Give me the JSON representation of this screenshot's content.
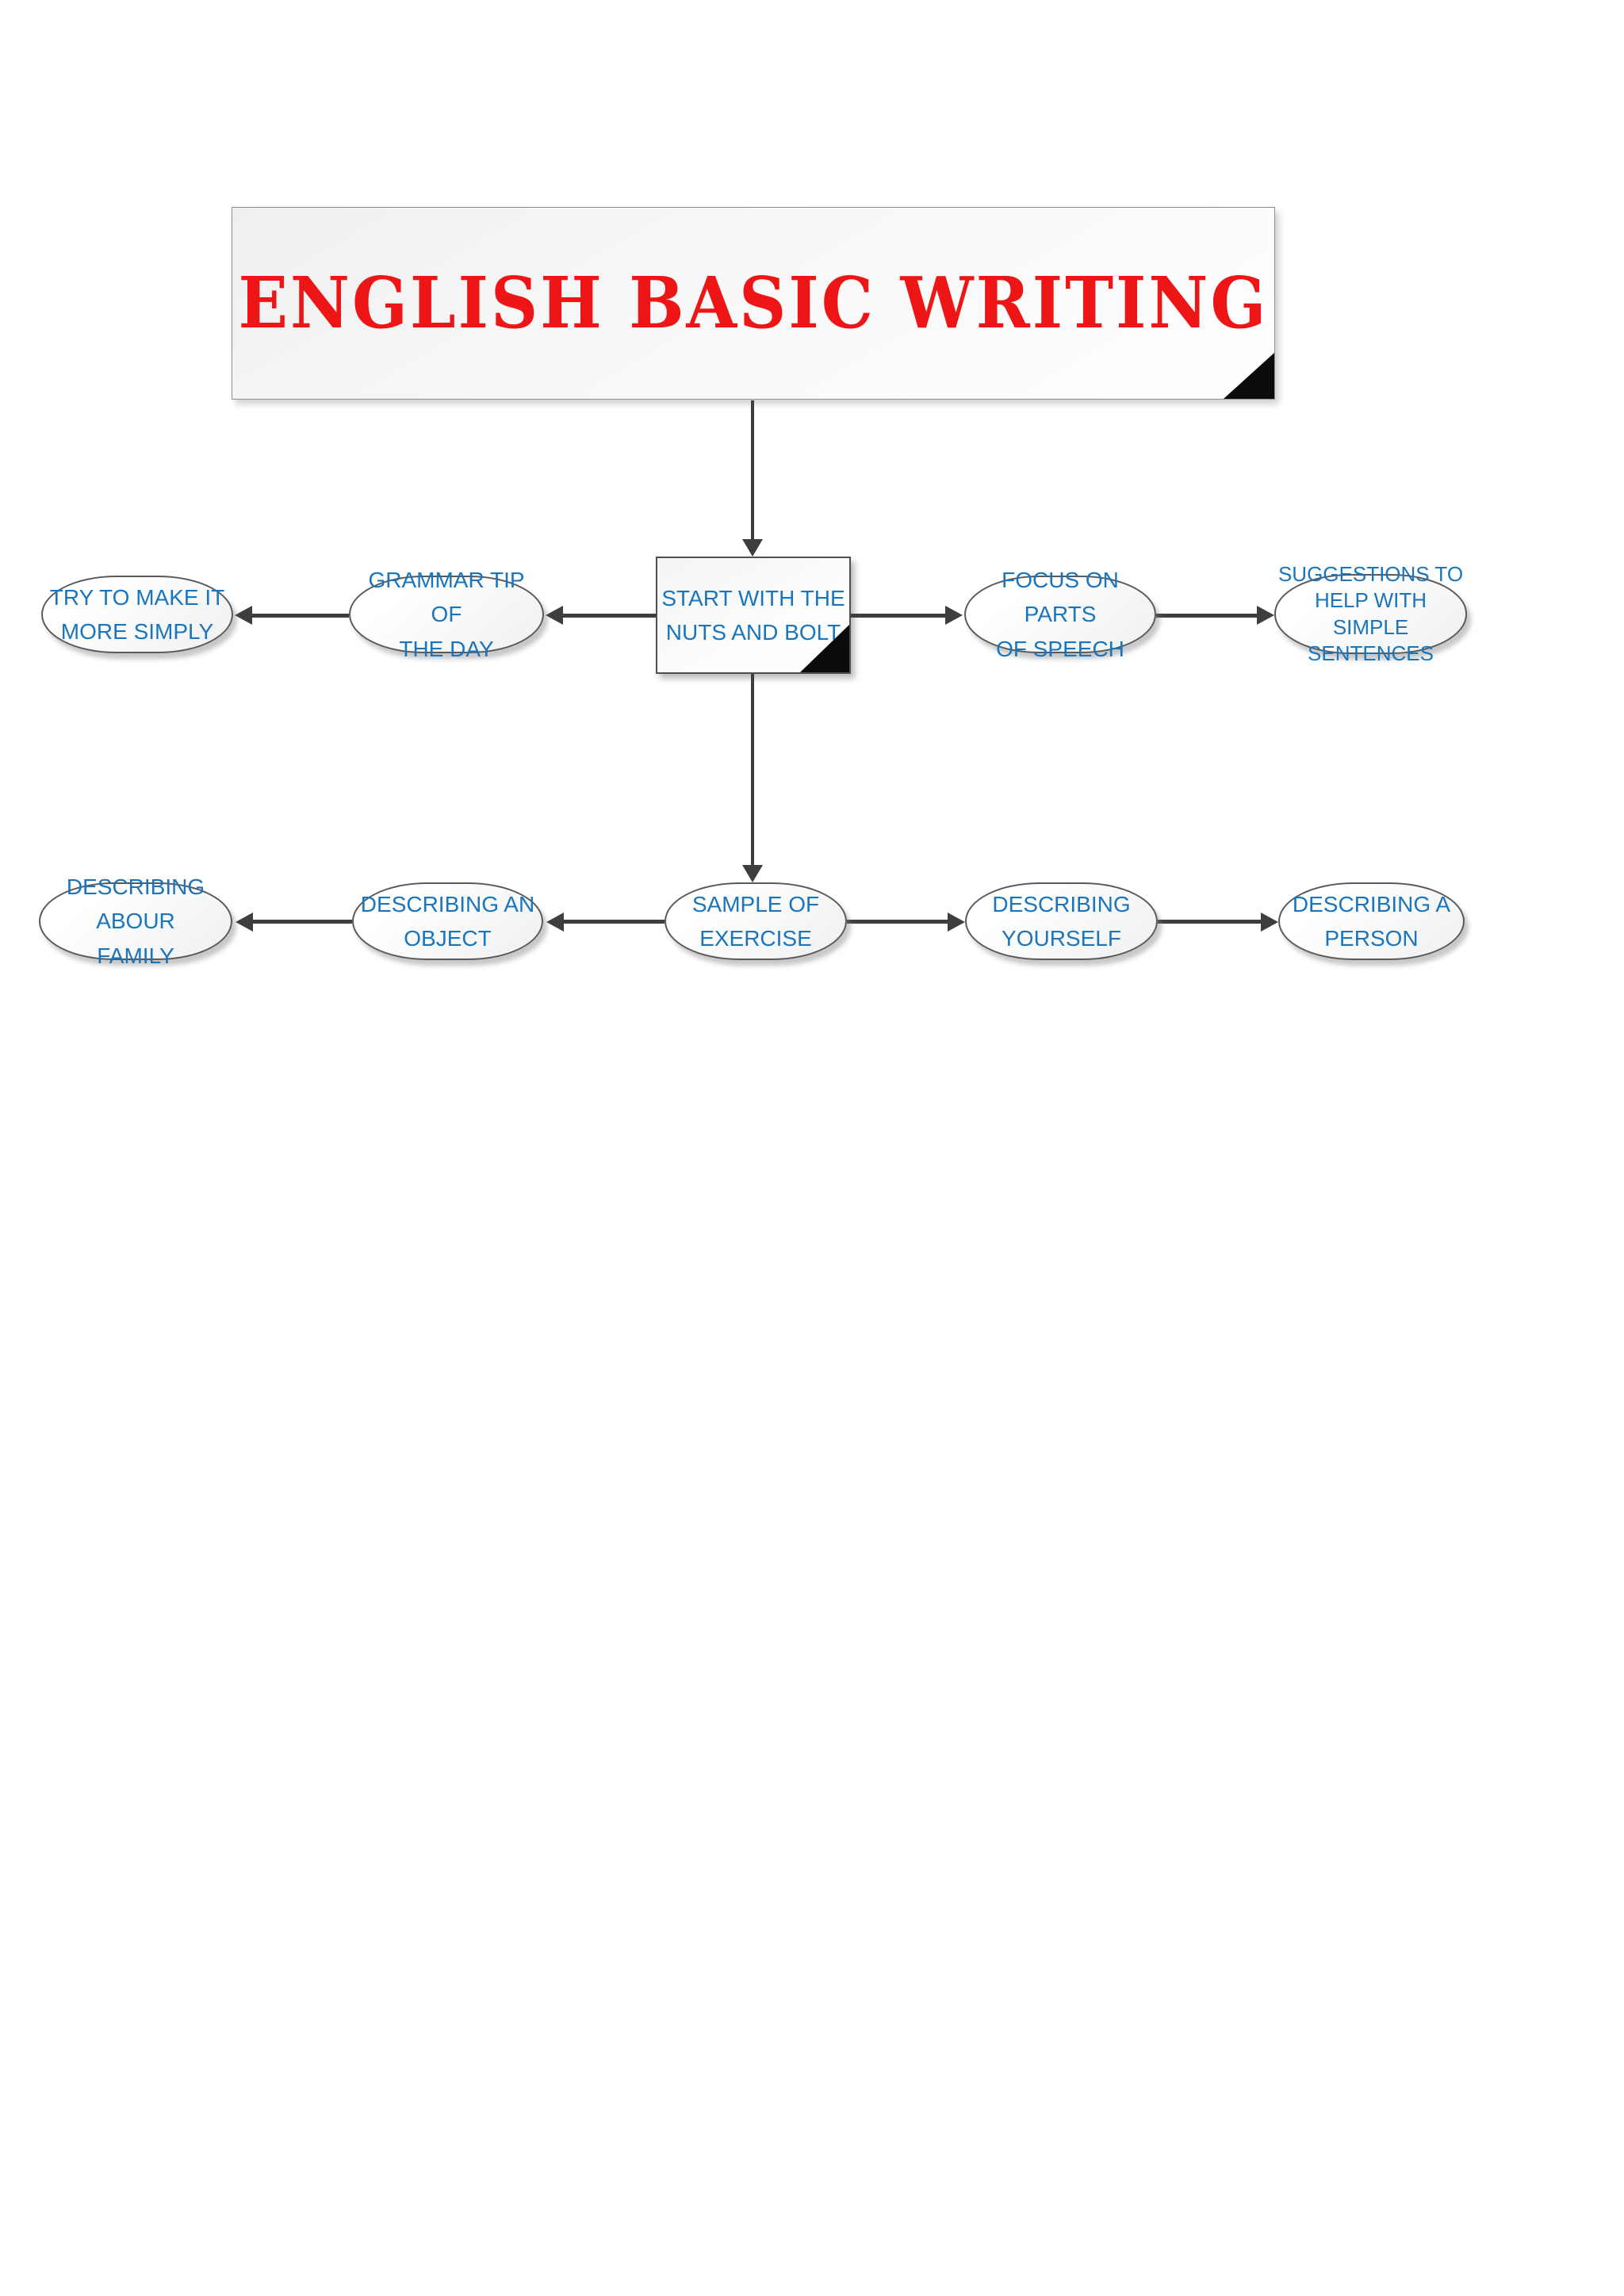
{
  "colors": {
    "title_red": "#ed1515",
    "node_blue": "#1b75bc",
    "arrow_gray": "#3e3e40",
    "fold_black": "#0b0b0b"
  },
  "flowchart": {
    "title": "ENGLISH BASIC WRITING",
    "start_node": "START WITH THE\nNUTS AND BOLT",
    "branches_top": {
      "try_to_make_it_more_simply": "TRY TO MAKE IT\nMORE SIMPLY",
      "grammar_tip_of_the_day": "GRAMMAR TIP OF\nTHE DAY",
      "focus_on_parts_of_speech": "FOCUS ON PARTS\nOF SPEECH",
      "suggestions_simple_sentences": "SUGGESTIONS TO\nHELP WITH SIMPLE\nSENTENCES"
    },
    "sample_node": "SAMPLE OF\nEXERCISE",
    "branches_bottom": {
      "describing_abour_family": "DESCRIBING ABOUR\nFAMILY",
      "describing_an_object": "DESCRIBING AN\nOBJECT",
      "describing_yourself": "DESCRIBING\nYOURSELF",
      "describing_a_person": "DESCRIBING A\nPERSON"
    }
  }
}
